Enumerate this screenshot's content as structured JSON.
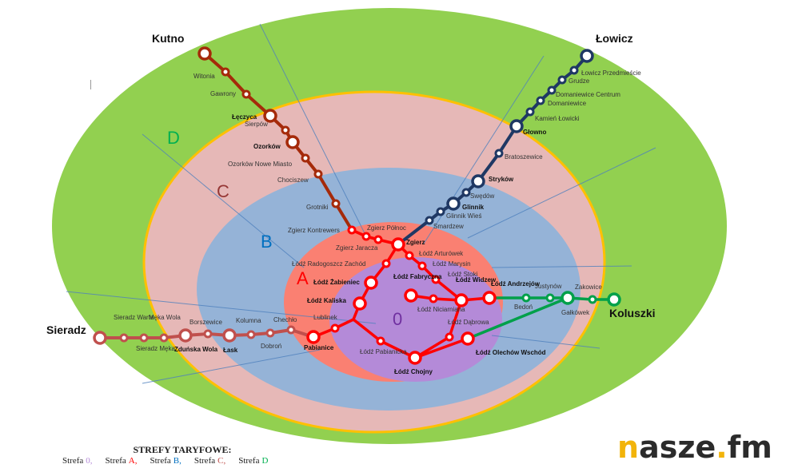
{
  "map": {
    "zones": [
      {
        "id": "D",
        "label": "D",
        "fill": "#92d050",
        "letter_color": "#00b050"
      },
      {
        "id": "C",
        "label": "C",
        "fill": "#e6b8b7",
        "letter_color": "#953735"
      },
      {
        "id": "B",
        "label": "B",
        "fill": "#95b3d7",
        "letter_color": "#0070c0"
      },
      {
        "id": "A",
        "label": "A",
        "fill": "#fa8072",
        "letter_color": "#ff0000"
      },
      {
        "id": "0",
        "label": "0",
        "fill": "#b48ad8",
        "letter_color": "#7030a0"
      }
    ],
    "zone_border_color": "#ffc000",
    "lines": [
      {
        "id": "kutno",
        "color": "#a52a0a",
        "stations": [
          {
            "name": "Kutno",
            "terminal": true
          },
          {
            "name": "Witonia"
          },
          {
            "name": "Gawrony"
          },
          {
            "name": "Łęczyca",
            "major": true
          },
          {
            "name": "Sierpów"
          },
          {
            "name": "Ozorków",
            "major": true
          },
          {
            "name": "Ozorków Nowe Miasto"
          },
          {
            "name": "Chociszew"
          },
          {
            "name": "Grotniki"
          }
        ]
      },
      {
        "id": "lowicz",
        "color": "#1f3864",
        "stations": [
          {
            "name": "Łowicz",
            "terminal": true
          },
          {
            "name": "Łowicz Przedmieście"
          },
          {
            "name": "Grudze"
          },
          {
            "name": "Domaniewice Centrum"
          },
          {
            "name": "Domaniewice"
          },
          {
            "name": "Kamień Łowicki"
          },
          {
            "name": "Głowno",
            "major": true
          },
          {
            "name": "Bratoszewice"
          },
          {
            "name": "Stryków",
            "major": true
          },
          {
            "name": "Swędów"
          },
          {
            "name": "Glinnik",
            "major": true
          },
          {
            "name": "Glinnik Wieś"
          },
          {
            "name": "Smardzew"
          }
        ]
      },
      {
        "id": "lodz",
        "color": "#ff0000",
        "stations": [
          {
            "name": "Zgierz Kontrewers"
          },
          {
            "name": "Zgierz Północ"
          },
          {
            "name": "Zgierz Jaracza"
          },
          {
            "name": "Zgierz",
            "major": true
          },
          {
            "name": "Łódź Arturówek"
          },
          {
            "name": "Łódź Marysin"
          },
          {
            "name": "Łódź Stoki"
          },
          {
            "name": "Łódź Widzew",
            "major": true
          },
          {
            "name": "Łódź Andrzejów",
            "major": true
          },
          {
            "name": "Łódź Radogoszcz Zachód"
          },
          {
            "name": "Łódź Żabieniec",
            "major": true
          },
          {
            "name": "Łódź Kaliska",
            "major": true
          },
          {
            "name": "Łódź Fabryczna",
            "major": true
          },
          {
            "name": "Łódź Niciarniana"
          },
          {
            "name": "Lublinek"
          },
          {
            "name": "Pabianice",
            "major": true
          },
          {
            "name": "Łódź Pabianicka"
          },
          {
            "name": "Łódź Chojny",
            "major": true
          },
          {
            "name": "Łódź Dąbrowa"
          },
          {
            "name": "Łódź Olechów Wschód",
            "major": true
          }
        ]
      },
      {
        "id": "koluszki",
        "color": "#00a04a",
        "stations": [
          {
            "name": "Koluszki",
            "terminal": true
          },
          {
            "name": "Zakowice"
          },
          {
            "name": "Gałkówek",
            "major": true
          },
          {
            "name": "Justynów"
          },
          {
            "name": "Bedoń"
          }
        ]
      },
      {
        "id": "sieradz",
        "color": "#c0504d",
        "stations": [
          {
            "name": "Sieradz",
            "terminal": true
          },
          {
            "name": "Sieradz Warta"
          },
          {
            "name": "Sieradz Męka"
          },
          {
            "name": "Męka Wola"
          },
          {
            "name": "Zduńska Wola",
            "major": true
          },
          {
            "name": "Borszewice"
          },
          {
            "name": "Łask",
            "major": true
          },
          {
            "name": "Kolumna"
          },
          {
            "name": "Dobroń"
          },
          {
            "name": "Chechło"
          }
        ]
      }
    ]
  },
  "legend": {
    "title": "STREFY TARYFOWE:",
    "items": [
      {
        "prefix": "Strefa",
        "zone": "0",
        "color": "#b48ad8",
        "sep": ","
      },
      {
        "prefix": "Strefa",
        "zone": "A",
        "color": "#ff0000",
        "sep": ","
      },
      {
        "prefix": "Strefa",
        "zone": "B",
        "color": "#0070c0",
        "sep": ","
      },
      {
        "prefix": "Strefa",
        "zone": "C",
        "color": "#c0504d",
        "sep": ","
      },
      {
        "prefix": "Strefa",
        "zone": "D",
        "color": "#00b050",
        "sep": ""
      }
    ]
  },
  "logo": {
    "first": "n",
    "mid": "asze",
    "dot": ".",
    "last": "fm"
  }
}
